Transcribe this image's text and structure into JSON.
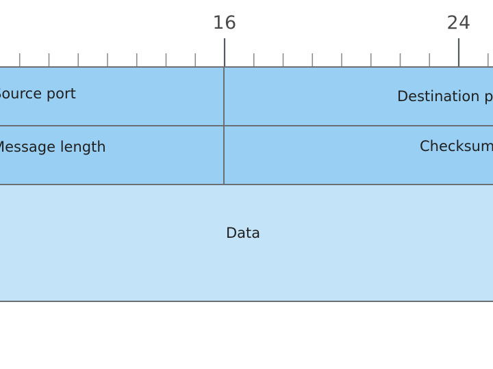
{
  "ruler": {
    "bit_16": "16",
    "bit_24": "24"
  },
  "fields": {
    "source_port": "Source port",
    "destination_port": "Destination port",
    "length": "Message length",
    "checksum": "Checksum",
    "data": "Data"
  },
  "colors": {
    "header_fill": "#99cff2",
    "data_fill": "#c3e4f8",
    "border": "#6b6f73",
    "tick": "#8a8e92"
  }
}
